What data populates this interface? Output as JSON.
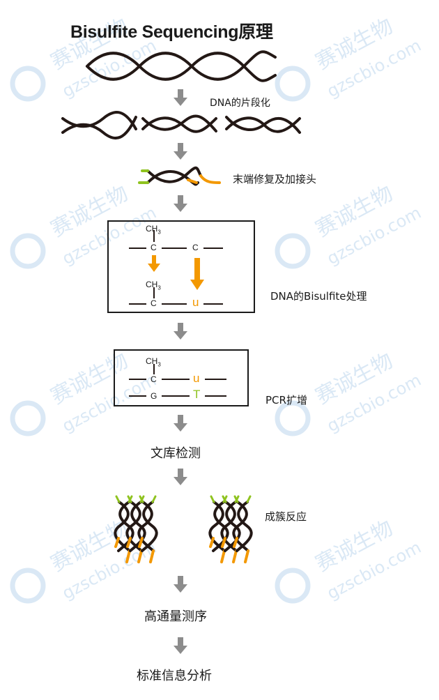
{
  "title": "Bisulfite Sequencing原理",
  "steps": {
    "fragment": "DNA的片段化",
    "repair": "末端修复及加接头",
    "bisulfite": "DNA的Bisulfite处理",
    "pcr": "PCR扩增",
    "library_qc": "文库检测",
    "cluster": "成簇反应",
    "sequencing": "高通量测序",
    "analysis": "标准信息分析"
  },
  "chem": {
    "methyl": "CH",
    "methyl_sub": "3",
    "c": "C",
    "u": "u",
    "g": "G",
    "t": "T"
  },
  "watermark": {
    "cn": "赛诚生物",
    "en": "gzscbio.com"
  },
  "colors": {
    "strand": "#231815",
    "adapter_orange": "#f39800",
    "adapter_green": "#8fc31f",
    "arrow_gray": "#8c8c8c",
    "watermark_blue": "#bcd7ee"
  }
}
